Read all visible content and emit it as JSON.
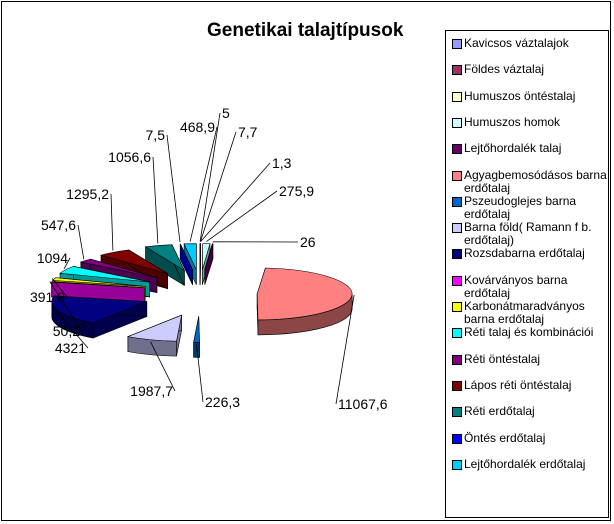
{
  "chart_data": {
    "type": "pie",
    "title": "Genetikai talajtípusok",
    "three_d": true,
    "exploded": true,
    "legend_position": "right",
    "series": [
      {
        "name": "Kavicsos váztalajok",
        "value": 5,
        "label": "5",
        "color": "#9999ff"
      },
      {
        "name": "Földes váztalaj",
        "value": 7.7,
        "label": "7,7",
        "color": "#993366"
      },
      {
        "name": "Humuszos öntéstalaj",
        "value": 1.3,
        "label": "1,3",
        "color": "#ffffcc"
      },
      {
        "name": "Humuszos homok",
        "value": 275.9,
        "label": "275,9",
        "color": "#ccffff"
      },
      {
        "name": "Lejtőhordalék talaj",
        "value": 26,
        "label": "26",
        "color": "#660066"
      },
      {
        "name": "Agyagbemosódásos barna erdőtalaj",
        "value": 11067.6,
        "label": "11067,6",
        "color": "#ff8080"
      },
      {
        "name": "Pszeudoglejes barna erdőtalaj",
        "value": 226.3,
        "label": "226,3",
        "color": "#0066cc"
      },
      {
        "name": "Barna föld( Ramann f b. erdőtalaj)",
        "value": 1987.7,
        "label": "1987,7",
        "color": "#ccccff"
      },
      {
        "name": "Rozsdabarna erdőtalaj",
        "value": 4321,
        "label": "4321",
        "color": "#000080"
      },
      {
        "name": "Kovárványos barna erdőtalaj",
        "value": 50.2,
        "label": "50,2",
        "color": "#ff00ff"
      },
      {
        "name": "Karbonátmaradványos barna erdőtalaj",
        "value": 391.8,
        "label": "391,8",
        "color": "#ffff00"
      },
      {
        "name": "Réti talaj és kombinációi",
        "value": 1094,
        "label": "1094",
        "color": "#00ffff"
      },
      {
        "name": "Réti öntéstalaj",
        "value": 547.6,
        "label": "547,6",
        "color": "#800080"
      },
      {
        "name": "Lápos réti öntéstalaj",
        "value": 1295.2,
        "label": "1295,2",
        "color": "#800000"
      },
      {
        "name": "Réti erdőtalaj",
        "value": 1056.6,
        "label": "1056,6",
        "color": "#008080"
      },
      {
        "name": "Öntés erdőtalaj",
        "value": 7.5,
        "label": "7,5",
        "color": "#0000ff"
      },
      {
        "name": "Lejtőhordalék erdőtalaj",
        "value": 468.9,
        "label": "468,9",
        "color": "#00ccff"
      }
    ]
  }
}
